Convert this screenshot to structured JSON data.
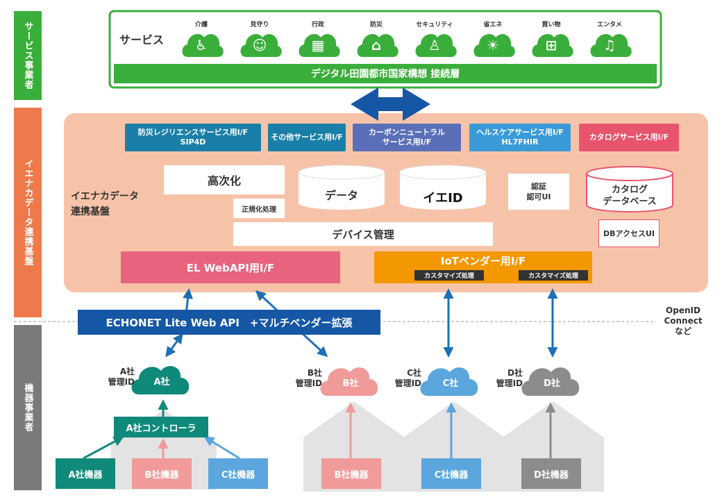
{
  "colors": {
    "green": "#3aae3a",
    "orange_band": "#ee7a4c",
    "platform_bg": "#f7c3a8",
    "pink": "#e8647e",
    "iot_orange": "#f39800",
    "teal": "#0f8a7a",
    "echonet_blue": "#1557a5",
    "arrow_blue": "#1f6fb5",
    "salmon": "#f09a9a",
    "light_blue": "#5aa6dd",
    "gray": "#8c8c8c",
    "side_gray": "#7a7a7a"
  },
  "side_labels": {
    "service": "サービス事業者",
    "platform": "イエナカデータ連携基盤",
    "device": "機器事業者"
  },
  "services": {
    "title": "サービス",
    "items": [
      {
        "label": "介護",
        "icon": "wheelchair-icon"
      },
      {
        "label": "見守り",
        "icon": "person-icon"
      },
      {
        "label": "行政",
        "icon": "building-icon"
      },
      {
        "label": "防災",
        "icon": "house-disaster-icon"
      },
      {
        "label": "セキュリティ",
        "icon": "security-guard-icon"
      },
      {
        "label": "省エネ",
        "icon": "lightbulb-icon"
      },
      {
        "label": "買い物",
        "icon": "shopping-cart-icon"
      },
      {
        "label": "エンタメ",
        "icon": "music-note-icon"
      }
    ],
    "connection_layer": "デジタル田園都市国家構想 接続層"
  },
  "platform": {
    "name": "イエナカデータ\n連携基盤",
    "interfaces": [
      {
        "label": "防災レジリエンスサービス用I/F\nSIP4D",
        "color": "#1a7fa8"
      },
      {
        "label": "その他サービス用I/F",
        "color": "#1a7fa8"
      },
      {
        "label": "カーボンニュートラル\nサービス用I/F",
        "color": "#5a6fb8"
      },
      {
        "label": "ヘルスケアサービス用I/F\nHL7FHIR",
        "color": "#3a9ad8"
      },
      {
        "label": "カタログサービス用I/F",
        "color": "#e8546e"
      }
    ],
    "advanced": "高次化",
    "normalization": "正規化処理",
    "data_store": "データ",
    "ie_id": "イエID",
    "auth": "認証\n認可UI",
    "catalog_db": "カタログ\nデータベース",
    "db_access": "DBアクセスUI",
    "device_mgmt": "デバイス管理",
    "el_webapi": "EL WebAPI用I/F",
    "iot_vendor": "IoTベンダー用I/F",
    "customize": "カスタマイズ処理"
  },
  "echonet": "ECHONET Lite Web API　+マルチベンダー拡張",
  "openid": "OpenID\nConnect\nなど",
  "vendors": {
    "a": {
      "id_label": "A社\n管理ID",
      "cloud": "A社",
      "controller": "A社コントローラ"
    },
    "b": {
      "id_label": "B社\n管理ID",
      "cloud": "B社"
    },
    "c": {
      "id_label": "C社\n管理ID",
      "cloud": "C社"
    },
    "d": {
      "id_label": "D社\n管理ID",
      "cloud": "D社"
    }
  },
  "devices": {
    "a": "A社機器",
    "b": "B社機器",
    "c": "C社機器",
    "d": "D社機器"
  }
}
